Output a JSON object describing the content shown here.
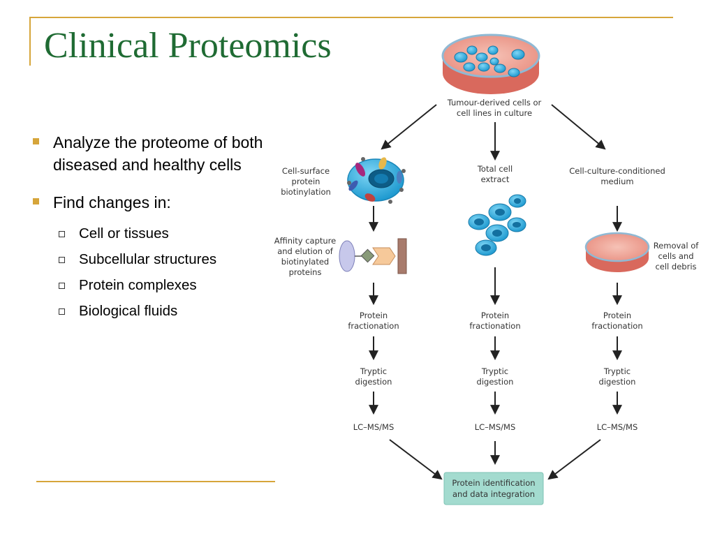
{
  "slide": {
    "title": "Clinical Proteomics",
    "bullets": [
      {
        "text": "Analyze the proteome of both diseased and healthy cells",
        "sub": []
      },
      {
        "text": "Find changes in:",
        "sub": [
          "Cell or tissues",
          "Subcellular structures",
          "Protein complexes",
          "Biological fluids"
        ]
      }
    ]
  },
  "diagram": {
    "source": "Tumour-derived cells or cell lines in culture",
    "branches": {
      "left": {
        "label": "Cell-surface protein biotinylation",
        "capture": "Affinity capture and elution of biotinylated proteins",
        "fractionation": "Protein fractionation",
        "digestion": "Tryptic digestion",
        "ms": "LC–MS/MS"
      },
      "middle": {
        "label": "Total cell extract",
        "fractionation": "Protein fractionation",
        "digestion": "Tryptic digestion",
        "ms": "LC–MS/MS"
      },
      "right": {
        "label": "Cell-culture-conditioned medium",
        "removal": "Removal of cells and cell debris",
        "fractionation": "Protein fractionation",
        "digestion": "Tryptic digestion",
        "ms": "LC–MS/MS"
      }
    },
    "result": "Protein identification and data integration"
  }
}
